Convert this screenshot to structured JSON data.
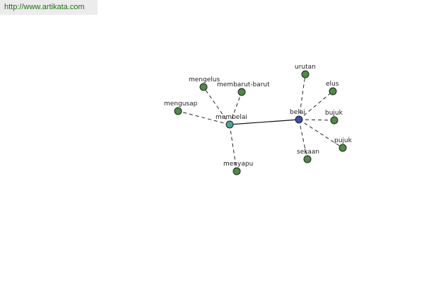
{
  "watermark": {
    "url": "http://www.artikata.com"
  },
  "graph": {
    "colors": {
      "leaf": "#4e8a46",
      "hub_primary": "#4ea396",
      "hub_secondary": "#3d4fa3"
    },
    "nodes": [
      {
        "id": "membelai",
        "label": "membelai",
        "role": "hub_primary"
      },
      {
        "id": "belai",
        "label": "belai",
        "role": "hub_secondary"
      },
      {
        "id": "mengelus",
        "label": "mengelus",
        "role": "leaf"
      },
      {
        "id": "membarut-barut",
        "label": "membarut-barut",
        "role": "leaf"
      },
      {
        "id": "mengusap",
        "label": "mengusap",
        "role": "leaf"
      },
      {
        "id": "menyapu",
        "label": "menyapu",
        "role": "leaf"
      },
      {
        "id": "urutan",
        "label": "urutan",
        "role": "leaf"
      },
      {
        "id": "elus",
        "label": "elus",
        "role": "leaf"
      },
      {
        "id": "bujuk",
        "label": "bujuk",
        "role": "leaf"
      },
      {
        "id": "pujuk",
        "label": "pujuk",
        "role": "leaf"
      },
      {
        "id": "sekaan",
        "label": "sekaan",
        "role": "leaf"
      }
    ],
    "edges": [
      {
        "from": "membelai",
        "to": "belai",
        "style": "solid"
      },
      {
        "from": "membelai",
        "to": "mengelus",
        "style": "dashed"
      },
      {
        "from": "membelai",
        "to": "membarut-barut",
        "style": "dashed"
      },
      {
        "from": "membelai",
        "to": "mengusap",
        "style": "dashed"
      },
      {
        "from": "membelai",
        "to": "menyapu",
        "style": "dashed"
      },
      {
        "from": "belai",
        "to": "urutan",
        "style": "dashed"
      },
      {
        "from": "belai",
        "to": "elus",
        "style": "dashed"
      },
      {
        "from": "belai",
        "to": "bujuk",
        "style": "dashed"
      },
      {
        "from": "belai",
        "to": "pujuk",
        "style": "dashed"
      },
      {
        "from": "belai",
        "to": "sekaan",
        "style": "dashed"
      }
    ]
  }
}
